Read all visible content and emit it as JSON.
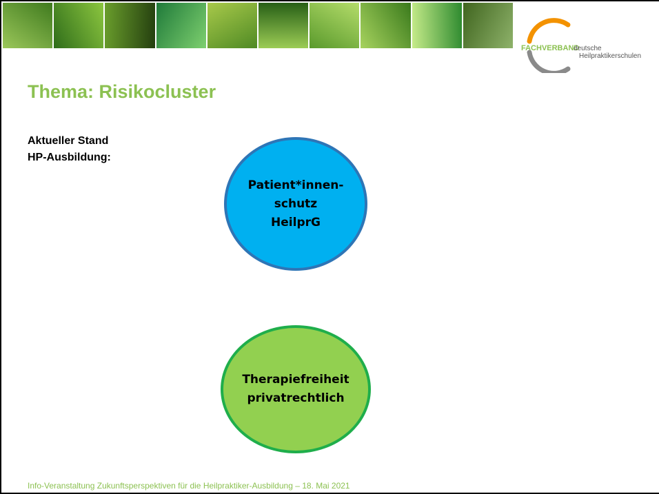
{
  "slide": {
    "title": "Thema: Risikocluster",
    "side_label": [
      "Aktueller Stand",
      "HP-Ausbildung:"
    ],
    "clusters": [
      {
        "lines": [
          "Patient*innen-",
          "schutz",
          "HeilprG"
        ]
      },
      {
        "lines": [
          "Therapiefreiheit",
          "privatrechtlich"
        ]
      }
    ],
    "footer": "Info-Veranstaltung Zukunftsperspektiven für die Heilpraktiker-Ausbildung – 18. Mai 2021"
  },
  "logo": {
    "brand": "FACHVERBAND",
    "line1": "deutsche",
    "line2": "Heilpraktikerschulen"
  },
  "colors": {
    "title_green": "#8cc152",
    "blue_fill": "#00b0f0",
    "blue_border": "#2e75b6",
    "green_fill": "#92d050",
    "green_border": "#1fae4b",
    "logo_orange": "#f39200"
  },
  "banner": {
    "tiles": [
      [
        "#9bc75a",
        "#3f7a1e"
      ],
      [
        "#2f6d1a",
        "#8cc63f"
      ],
      [
        "#6a9e2c",
        "#243f0f"
      ],
      [
        "#1f7a3a",
        "#7ed06f"
      ],
      [
        "#a8c94a",
        "#4f8a24"
      ],
      [
        "#275f16",
        "#9ccc55"
      ],
      [
        "#b4dc6a",
        "#5a9a2c"
      ],
      [
        "#3a7a1c",
        "#a7d35e"
      ],
      [
        "#2d8a2f",
        "#c7ec8a"
      ],
      [
        "#8eb26a",
        "#40651f"
      ]
    ]
  }
}
